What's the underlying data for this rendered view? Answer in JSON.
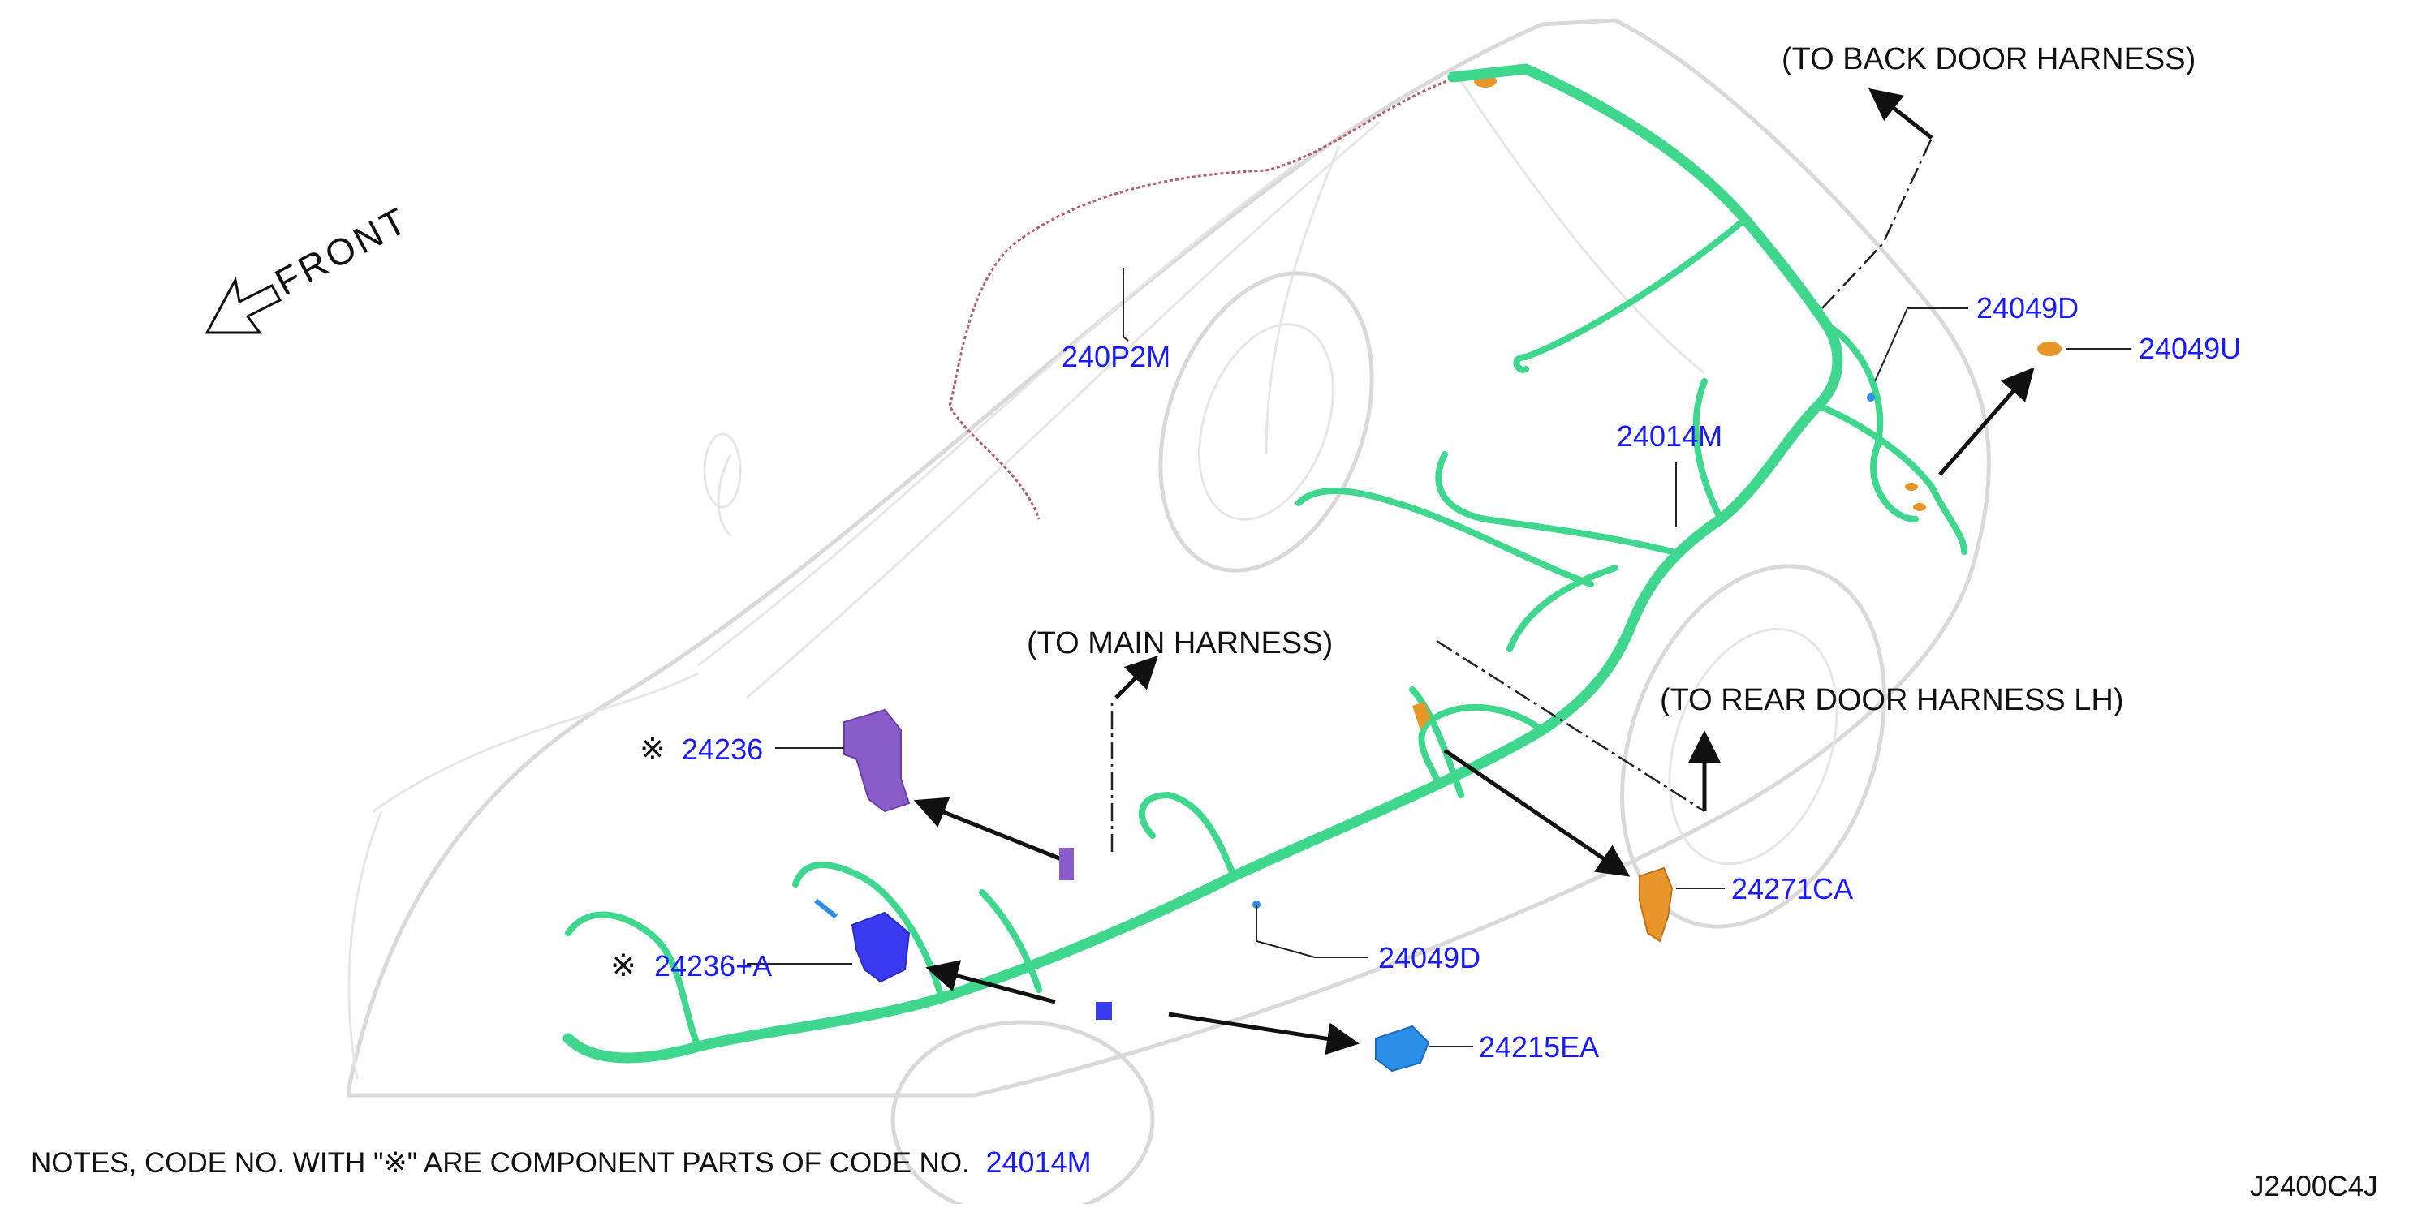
{
  "front_label": "FRONT",
  "directions": {
    "back_door": "(TO BACK DOOR HARNESS)",
    "main": "(TO MAIN HARNESS)",
    "rear_door_lh": "(TO REAR DOOR HARNESS LH)"
  },
  "parts": {
    "p240P2M": "240P2M",
    "p24014M": "24014M",
    "p24049D_top": "24049D",
    "p24049U": "24049U",
    "p24236": "24236",
    "p24236A": "24236+A",
    "p24049D_bottom": "24049D",
    "p24271CA": "24271CA",
    "p24215EA": "24215EA"
  },
  "component_mark": "※",
  "notes": {
    "prefix": "NOTES, CODE NO. WITH  \"※\"  ARE COMPONENT PARTS OF CODE NO.",
    "code": "24014M"
  },
  "diagram_id": "J2400C4J",
  "colors": {
    "harness": "#3fd68d",
    "label": "#1a1aff",
    "orange_part": "#e8962a",
    "purple_part": "#8a5cc9",
    "blue_part": "#3a3af0",
    "light_blue_part": "#2b8fe8",
    "wire_red": "#b0606a"
  }
}
